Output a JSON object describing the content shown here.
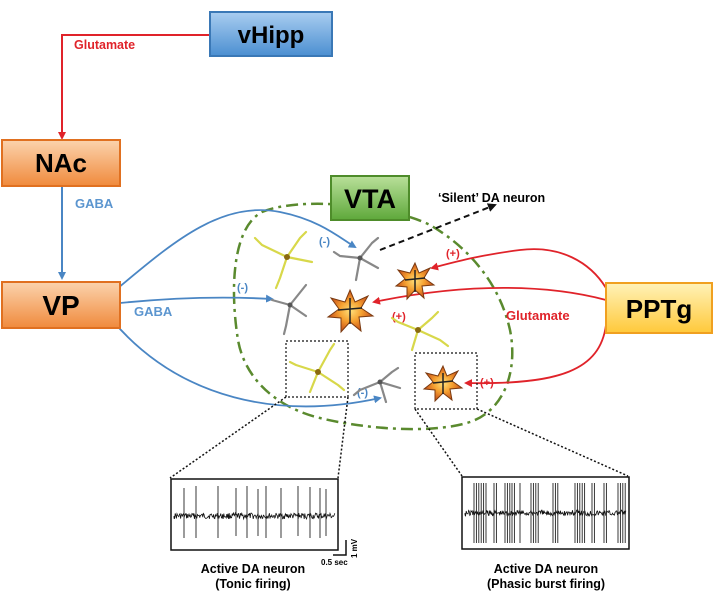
{
  "nodes": {
    "vhipp": "vHipp",
    "nac": "NAc",
    "vp": "VP",
    "vta": "VTA",
    "pptg": "PPTg"
  },
  "labels": {
    "glutamate_vhipp": "Glutamate",
    "gaba_nac": "GABA",
    "gaba_vp": "GABA",
    "glutamate_pptg": "Glutamate",
    "silent_neuron": "‘Silent’ DA neuron",
    "minus": "(-)",
    "plus": "(+)",
    "scale_mv": "1 mV",
    "scale_sec": "0.5 sec"
  },
  "captions": {
    "tonic_line1": "Active DA neuron",
    "tonic_line2": "(Tonic firing)",
    "phasic_line1": "Active DA neuron",
    "phasic_line2": "(Phasic burst firing)"
  },
  "colors": {
    "glutamate": "#e0232a",
    "gaba": "#4a86c4",
    "vta_border": "#5a8a2e",
    "orange_box": "#f4a25e",
    "blue_box": "#5b9bd5",
    "green_box": "#6ab04c",
    "yellow_box": "#ffd966"
  }
}
